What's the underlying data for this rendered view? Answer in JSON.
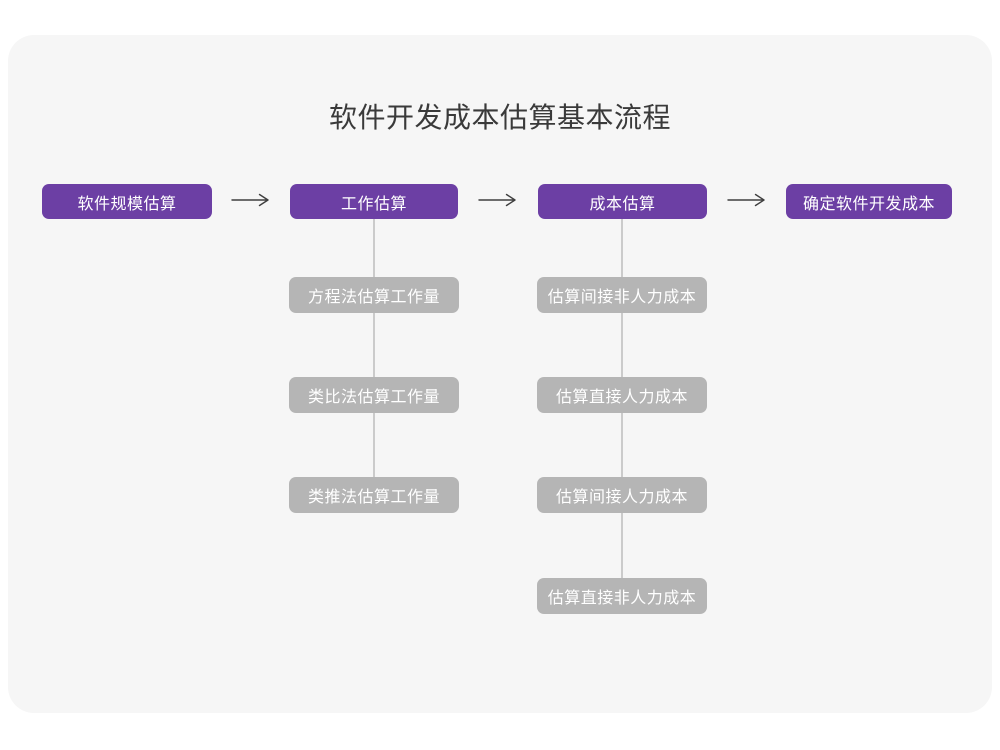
{
  "title": "软件开发成本估算基本流程",
  "colors": {
    "stage_box": "#6C3FA4",
    "sub_box": "#B5B5B5",
    "card_background": "#F6F6F6",
    "page_background": "#FFFFFF",
    "connector_line": "#CBCBCB",
    "arrow": "#3F3F3F",
    "title_text": "#3A3A3A",
    "box_text": "#FFFFFF"
  },
  "flow": {
    "stages": [
      {
        "label": "软件规模估算",
        "children": []
      },
      {
        "label": "工作估算",
        "children": [
          "方程法估算工作量",
          "类比法估算工作量",
          "类推法估算工作量"
        ]
      },
      {
        "label": "成本估算",
        "children": [
          "估算间接非人力成本",
          "估算直接人力成本",
          "估算间接人力成本",
          "估算直接非人力成本"
        ]
      },
      {
        "label": "确定软件开发成本",
        "children": []
      }
    ],
    "arrow_glyph": "⟶"
  }
}
